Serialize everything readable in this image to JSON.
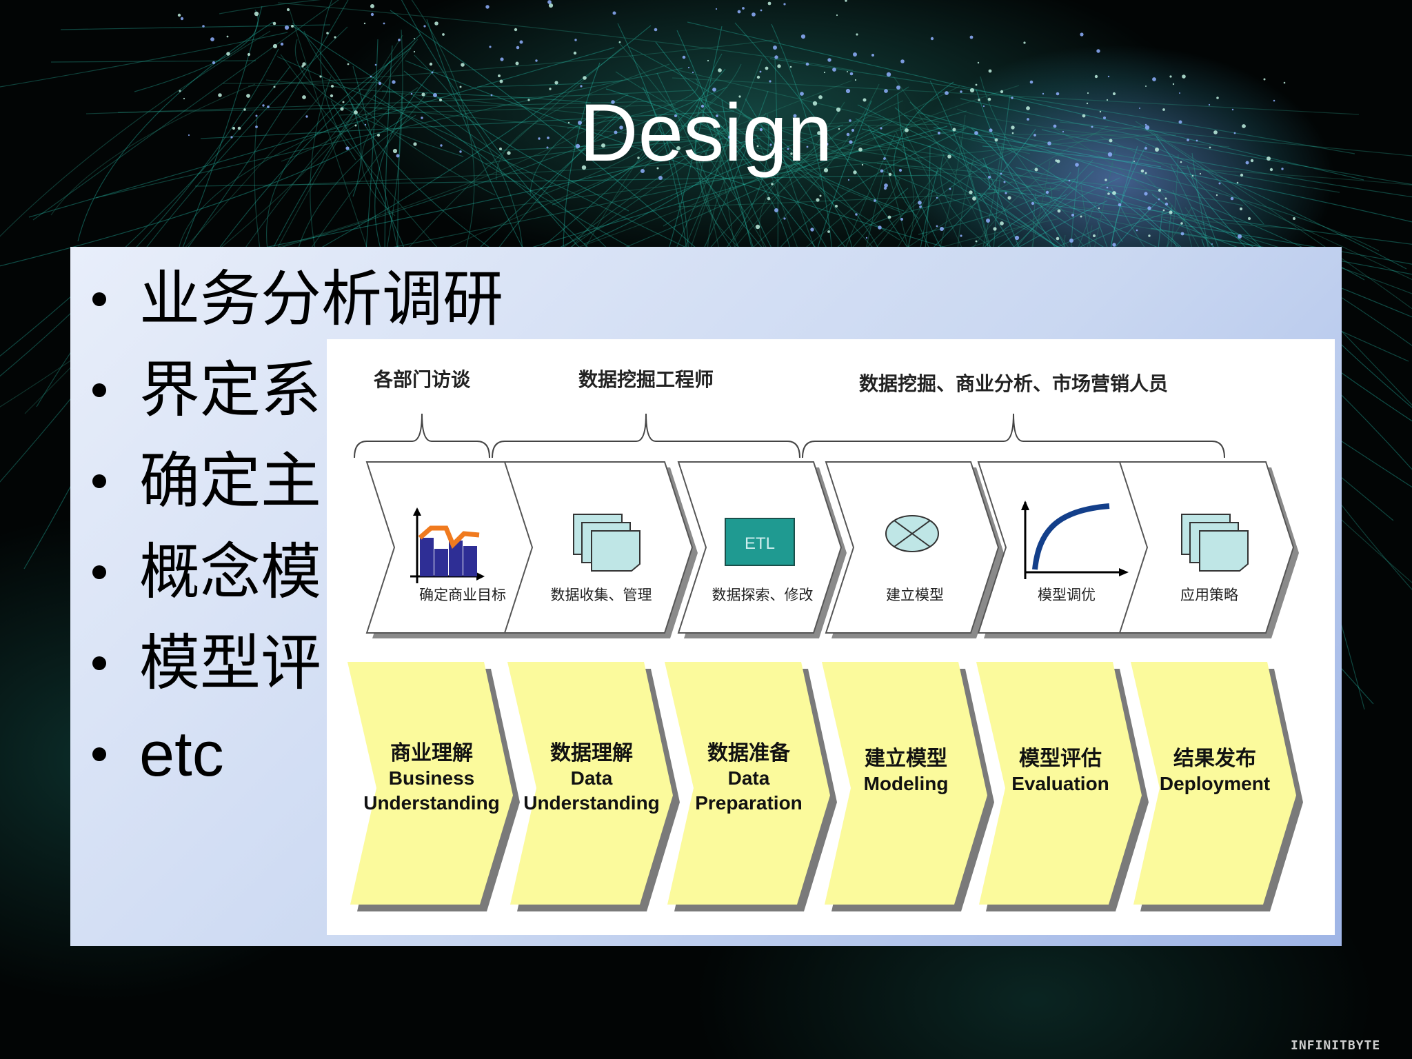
{
  "slide": {
    "title": "Design",
    "bullets": [
      "业务分析调研",
      "界定系",
      "确定主",
      "概念模",
      "模型评",
      "etc"
    ],
    "logo_text": "INFINITBYTE"
  },
  "diagram": {
    "roles": [
      "各部门访谈",
      "数据挖掘工程师",
      "数据挖掘、商业分析、市场营销人员"
    ],
    "top_steps": [
      {
        "label": "确定商业目标",
        "icon": "bar-chart-icon"
      },
      {
        "label": "数据收集、管理",
        "icon": "documents-icon"
      },
      {
        "label": "数据探索、修改",
        "icon": "etl-icon",
        "icon_text": "ETL"
      },
      {
        "label": "建立模型",
        "icon": "model-circle-icon"
      },
      {
        "label": "模型调优",
        "icon": "curve-chart-icon"
      },
      {
        "label": "应用策略",
        "icon": "documents-icon"
      }
    ],
    "phases": [
      {
        "cn": "商业理解",
        "en1": "Business",
        "en2": "Understanding"
      },
      {
        "cn": "数据理解",
        "en1": "Data",
        "en2": "Understanding"
      },
      {
        "cn": "数据准备",
        "en1": "Data",
        "en2": "Preparation"
      },
      {
        "cn": "建立模型",
        "en1": "Modeling",
        "en2": ""
      },
      {
        "cn": "模型评估",
        "en1": "Evaluation",
        "en2": ""
      },
      {
        "cn": "结果发布",
        "en1": "Deployment",
        "en2": ""
      }
    ],
    "colors": {
      "phase_fill": "#fbfa9c",
      "etl_fill": "#1f9a91",
      "bar_fill": "#2e2e95",
      "trend_line": "#f07a1e",
      "doc_fill": "#bfe6e6"
    }
  }
}
